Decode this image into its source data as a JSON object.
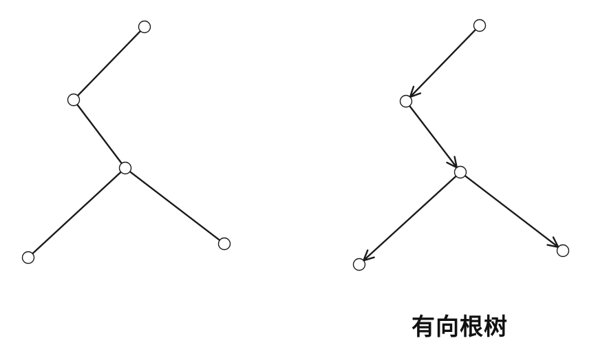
{
  "caption": "有向根树",
  "colors": {
    "stroke": "#1a1a1a",
    "node_fill": "#ffffff"
  },
  "graphs": [
    {
      "name": "undirected-tree",
      "directed": false,
      "nodes": [
        "a",
        "b",
        "c",
        "d",
        "e"
      ],
      "edges": [
        [
          "a",
          "b"
        ],
        [
          "b",
          "c"
        ],
        [
          "c",
          "d"
        ],
        [
          "c",
          "e"
        ]
      ]
    },
    {
      "name": "directed-rooted-tree",
      "directed": true,
      "nodes": [
        "a",
        "b",
        "c",
        "d",
        "e"
      ],
      "edges": [
        [
          "a",
          "b"
        ],
        [
          "b",
          "c"
        ],
        [
          "c",
          "d"
        ],
        [
          "c",
          "e"
        ]
      ]
    }
  ]
}
